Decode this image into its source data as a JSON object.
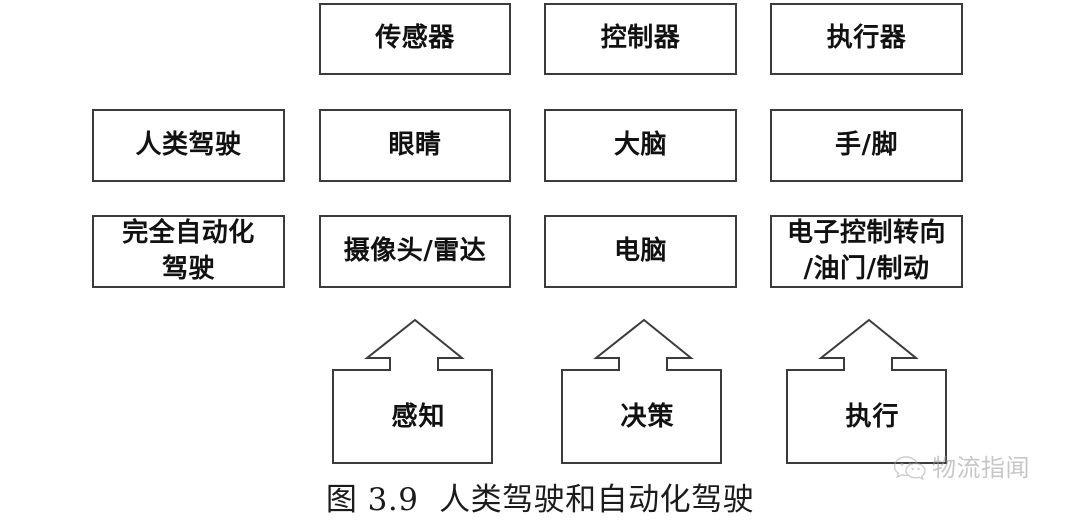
{
  "figure": {
    "caption": "图 3.9  人类驾驶和自动化驾驶",
    "stroke_color": "#3b3b3b",
    "text_color": "#111111",
    "background": "#ffffff"
  },
  "columns": [
    {
      "key": "mode",
      "row1": "",
      "row2": "人类驾驶",
      "row3": "完全自动化\n驾驶"
    },
    {
      "key": "sensor",
      "row1": "传感器",
      "row2": "眼睛",
      "row3": "摄像头/雷达"
    },
    {
      "key": "controller",
      "row1": "控制器",
      "row2": "大脑",
      "row3": "电脑"
    },
    {
      "key": "actuator",
      "row1": "执行器",
      "row2": "手/脚",
      "row3": "电子控制转向\n/油门/制动"
    }
  ],
  "boxes": {
    "row1": [
      {
        "name": "sensor",
        "text": "传感器"
      },
      {
        "name": "controller",
        "text": "控制器"
      },
      {
        "name": "actuator",
        "text": "执行器"
      }
    ],
    "row2": [
      {
        "name": "human-driving",
        "text": "人类驾驶"
      },
      {
        "name": "eyes",
        "text": "眼睛"
      },
      {
        "name": "brain",
        "text": "大脑"
      },
      {
        "name": "hands-feet",
        "text": "手/脚"
      }
    ],
    "row3": [
      {
        "name": "full-automation",
        "text": "完全自动化\n驾驶"
      },
      {
        "name": "camera-radar",
        "text": "摄像头/雷达"
      },
      {
        "name": "computer",
        "text": "电脑"
      },
      {
        "name": "electronic-control",
        "text": "电子控制转向\n/油门/制动"
      }
    ]
  },
  "arrows": [
    {
      "name": "perception",
      "label": "感知"
    },
    {
      "name": "decision",
      "label": "决策"
    },
    {
      "name": "execution",
      "label": "执行"
    }
  ],
  "watermark": {
    "text": "物流指闻",
    "icon": "wechat-icon",
    "color": "#9a9a9a"
  }
}
